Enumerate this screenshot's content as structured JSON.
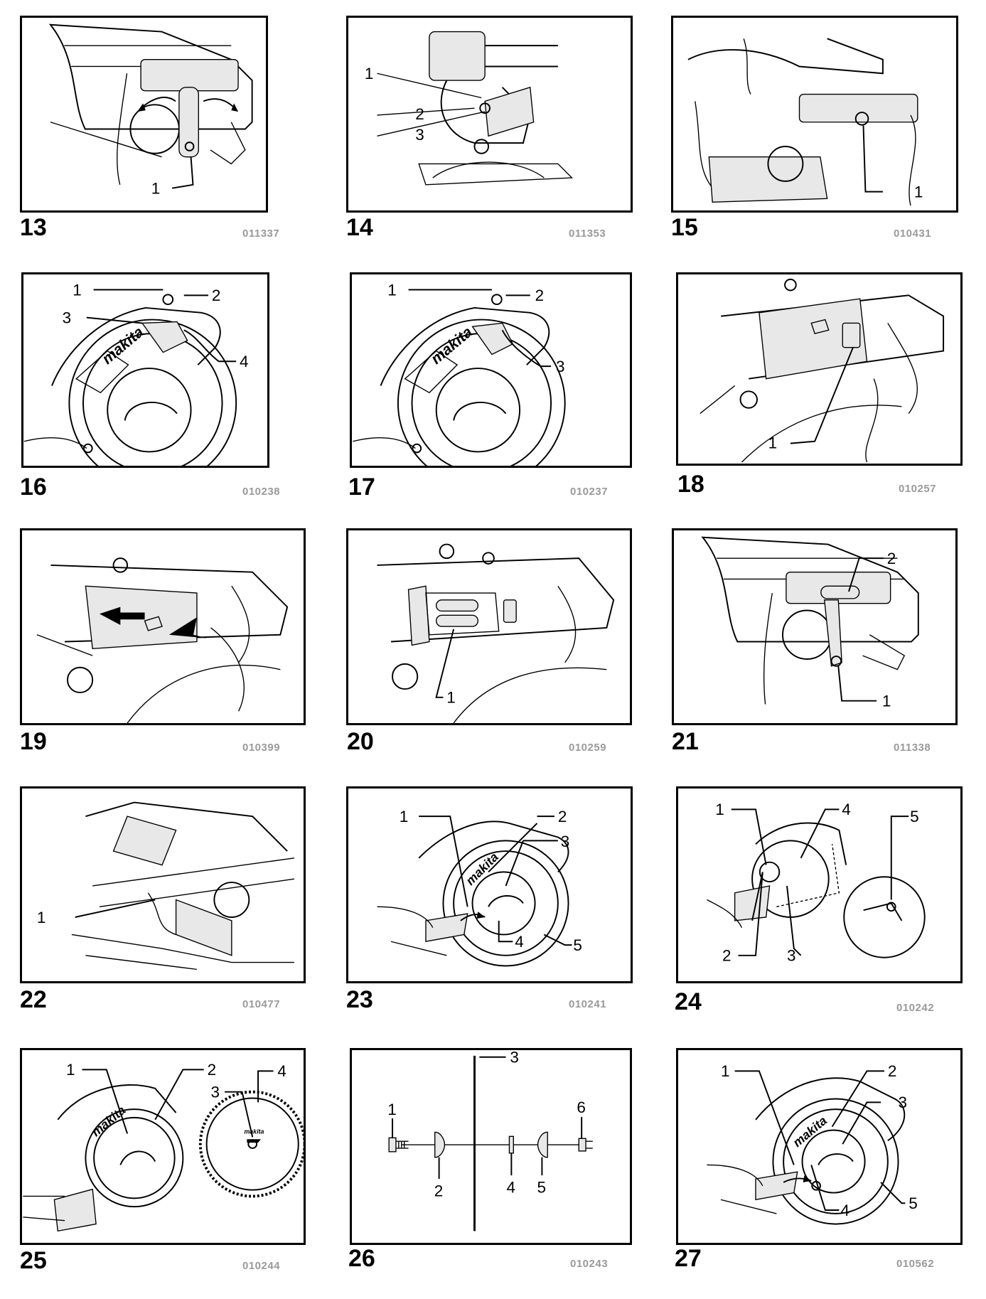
{
  "figures": [
    {
      "number": "13",
      "code": "011337",
      "callouts": [
        "1"
      ]
    },
    {
      "number": "14",
      "code": "011353",
      "callouts": [
        "1",
        "2",
        "3"
      ]
    },
    {
      "number": "15",
      "code": "010431",
      "callouts": [
        "1"
      ]
    },
    {
      "number": "16",
      "code": "010238",
      "callouts": [
        "1",
        "2",
        "3",
        "4"
      ]
    },
    {
      "number": "17",
      "code": "010237",
      "callouts": [
        "1",
        "2",
        "3"
      ]
    },
    {
      "number": "18",
      "code": "010257",
      "callouts": [
        "1"
      ]
    },
    {
      "number": "19",
      "code": "010399",
      "callouts": []
    },
    {
      "number": "20",
      "code": "010259",
      "callouts": [
        "1"
      ]
    },
    {
      "number": "21",
      "code": "011338",
      "callouts": [
        "1",
        "2"
      ]
    },
    {
      "number": "22",
      "code": "010477",
      "callouts": [
        "1"
      ]
    },
    {
      "number": "23",
      "code": "010241",
      "callouts": [
        "1",
        "2",
        "3",
        "4",
        "5"
      ]
    },
    {
      "number": "24",
      "code": "010242",
      "callouts": [
        "1",
        "2",
        "3",
        "4",
        "5"
      ]
    },
    {
      "number": "25",
      "code": "010244",
      "callouts": [
        "1",
        "2",
        "3",
        "4"
      ]
    },
    {
      "number": "26",
      "code": "010243",
      "callouts": [
        "1",
        "2",
        "3",
        "4",
        "5",
        "6"
      ]
    },
    {
      "number": "27",
      "code": "010562",
      "callouts": [
        "1",
        "2",
        "3",
        "4",
        "5"
      ]
    }
  ],
  "brand_text": "makita"
}
